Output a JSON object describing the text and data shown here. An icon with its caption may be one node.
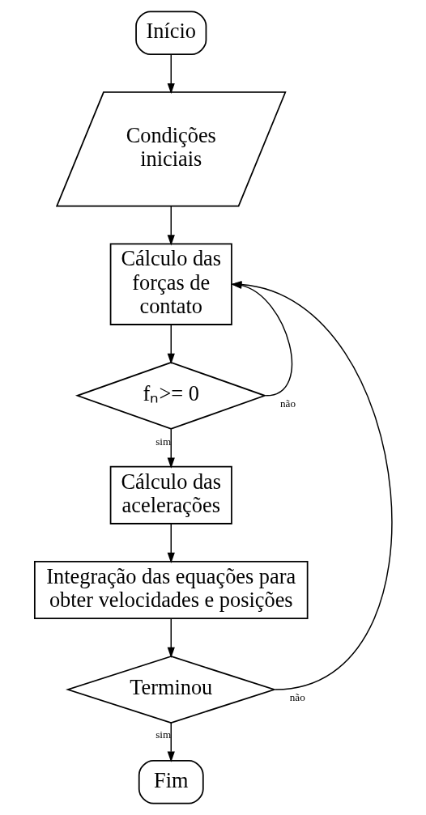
{
  "diagram": {
    "nodes": [
      {
        "text": [
          "Início"
        ]
      },
      {
        "text": [
          "Condições iniciais"
        ]
      },
      {
        "text": [
          "Cálculo das forças de contato"
        ]
      },
      {
        "text": [
          "fₙ>= 0"
        ]
      },
      {
        "text": [
          "Cálculo das acelerações"
        ]
      },
      {
        "text": [
          "Integração das equações para obter velocidades e posições"
        ]
      },
      {
        "text": [
          "Terminou"
        ]
      },
      {
        "text": [
          "Fim"
        ]
      }
    ],
    "edges": [
      {
        "from": 0,
        "to": 1,
        "arrow": "to"
      },
      {
        "from": 1,
        "to": 2,
        "arrow": "to"
      },
      {
        "from": 2,
        "to": 3,
        "arrow": "to"
      },
      {
        "from": 3,
        "to": 4,
        "arrow": "to",
        "label": "sim"
      },
      {
        "from": 3,
        "to": 2,
        "arrow": "to",
        "label": "não"
      },
      {
        "from": 4,
        "to": 5,
        "arrow": "to"
      },
      {
        "from": 5,
        "to": 6,
        "arrow": "to"
      },
      {
        "from": 6,
        "to": 7,
        "arrow": "to",
        "label": "sim"
      },
      {
        "from": 6,
        "to": 2,
        "arrow": "to",
        "label": "não"
      }
    ]
  }
}
